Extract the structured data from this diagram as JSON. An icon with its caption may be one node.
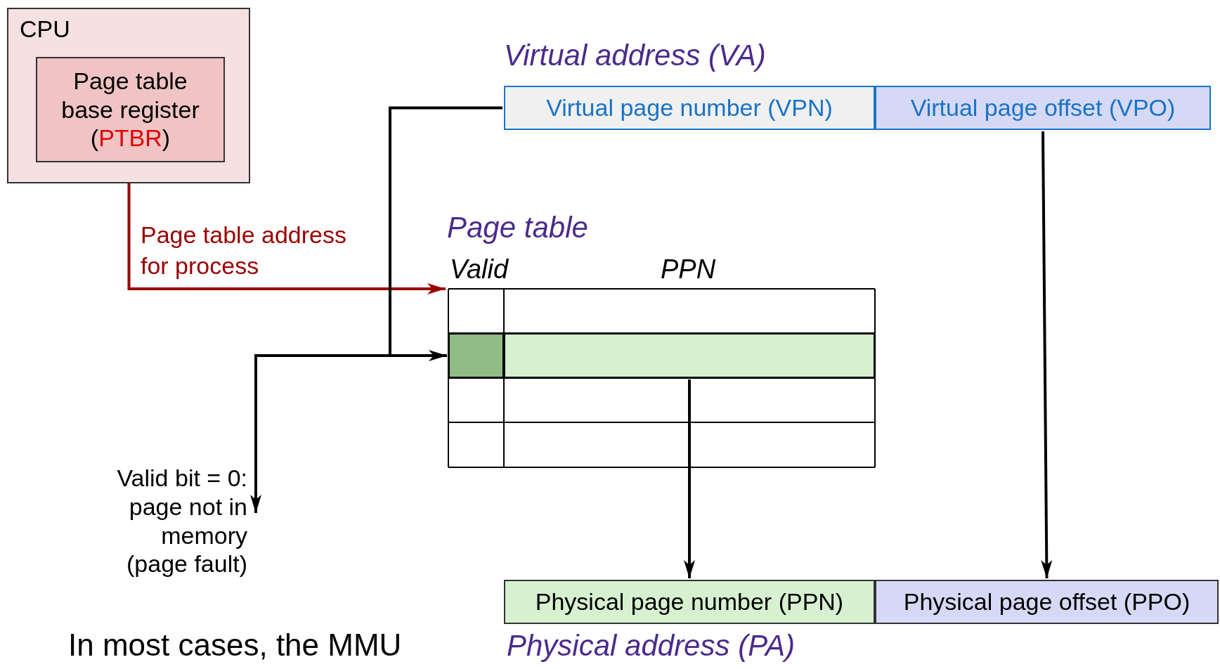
{
  "diagram": {
    "nodes": [
      {
        "text": [
          "CPU"
        ]
      },
      {
        "text": [
          "Page table base register (PTBR)"
        ],
        "in": 0
      },
      {
        "text": [
          "Virtual address (VA)"
        ]
      },
      {
        "text": [
          "Virtual page number (VPN)"
        ],
        "in": 2
      },
      {
        "text": [
          "Virtual page offset (VPO)"
        ],
        "in": 2
      },
      {
        "text": [
          "Page table"
        ]
      },
      {
        "text": [],
        "shape": "box",
        "in": 5
      },
      {
        "text": [],
        "shape": "box",
        "in": 5
      },
      {
        "text": [
          "Valid bit = 0: page not in memory (page fault)"
        ]
      },
      {
        "text": [
          "Physical address (PA)"
        ]
      },
      {
        "text": [
          "Physical page number (PPN)"
        ],
        "in": 9
      },
      {
        "text": [
          "Physical page offset (PPO)"
        ],
        "in": 9
      }
    ],
    "edges": [
      {
        "from": 1,
        "to": 5,
        "arrow": "to",
        "label": "Page table address for process",
        "color": "#990000"
      },
      {
        "from": 3,
        "to": 6,
        "arrow": "to"
      },
      {
        "from": 6,
        "to": 8,
        "arrow": "to"
      },
      {
        "from": 7,
        "to": 10,
        "arrow": "to"
      },
      {
        "from": 4,
        "to": 11,
        "arrow": "to"
      }
    ],
    "labels": [
      "Valid",
      "PPN",
      "In most cases, the MMU"
    ]
  }
}
